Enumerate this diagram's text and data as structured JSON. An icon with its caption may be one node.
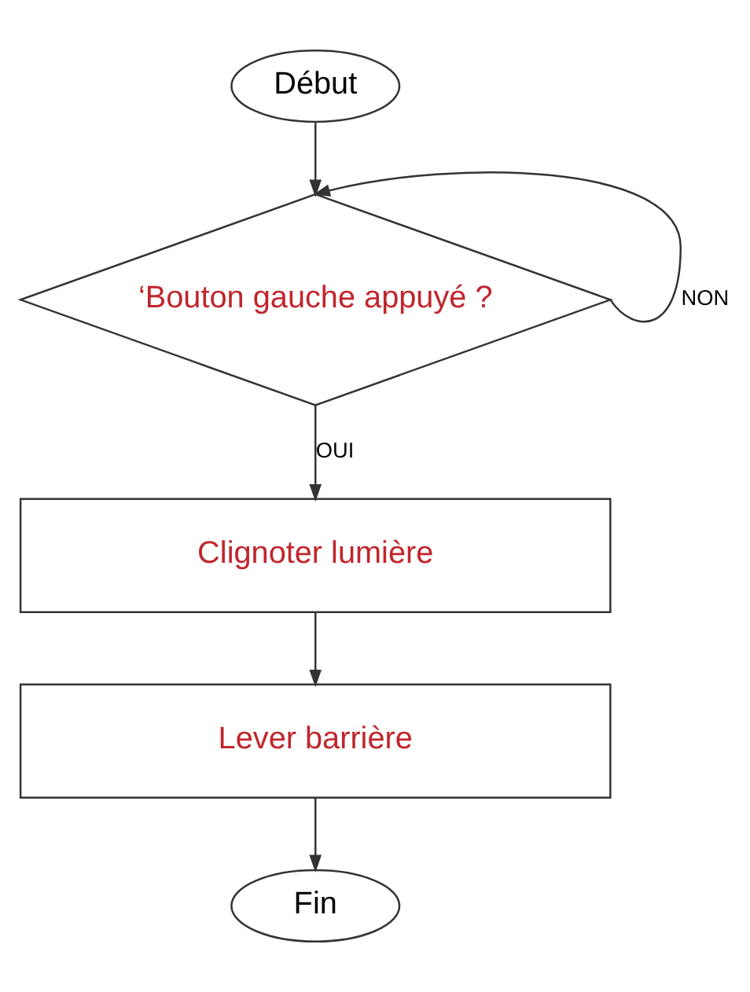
{
  "diagram": {
    "nodes": [
      {
        "text": [
          "Début"
        ]
      },
      {
        "text": [
          "‘Bouton gauche appuyé ?"
        ]
      },
      {
        "text": [
          "Clignoter lumière"
        ]
      },
      {
        "text": [
          "Lever barrière"
        ]
      },
      {
        "text": [
          "Fin"
        ]
      }
    ],
    "edges": [
      {
        "from": 0,
        "to": 1,
        "arrow": "to"
      },
      {
        "from": 1,
        "to": 1,
        "arrow": "to",
        "label": "NON"
      },
      {
        "from": 1,
        "to": 2,
        "arrow": "to",
        "label": "OUI"
      },
      {
        "from": 2,
        "to": 3,
        "arrow": "to"
      },
      {
        "from": 3,
        "to": 4,
        "arrow": "to"
      }
    ]
  }
}
